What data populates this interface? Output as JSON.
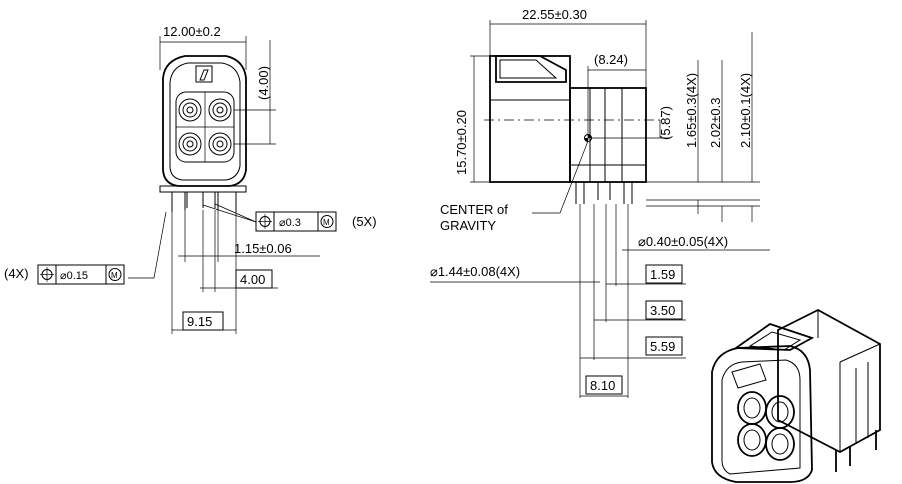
{
  "front_view": {
    "width_dim": "12.00±0.2",
    "height_dim": "(4.00)",
    "pin_dia": "1.15±0.06",
    "pin_pitch_inner": "4.00",
    "pin_pitch_outer": "9.15",
    "gdt_pos_tol": "⌀0.3",
    "gdt_pos_mod": "M",
    "gdt_pos_count": "(5X)",
    "gdt_hole_count": "(4X)",
    "gdt_hole_tol": "⌀0.15",
    "gdt_hole_mod": "M"
  },
  "side_view": {
    "length_dim": "22.55±0.30",
    "height_dim": "15.70±0.20",
    "offset_dim": "(8.24)",
    "cog_dim": "(5.87)",
    "dim_165": "1.65±0.3(4X)",
    "dim_202": "2.02±0.3",
    "dim_210": "2.10±0.1(4X)",
    "cog_label_1": "CENTER  of",
    "cog_label_2": "GRAVITY",
    "pin_dia": "⌀0.40±0.05(4X)",
    "hole_dia": "⌀1.44±0.08(4X)",
    "dim_159": "1.59",
    "dim_350": "3.50",
    "dim_559": "5.59",
    "dim_810": "8.10"
  }
}
